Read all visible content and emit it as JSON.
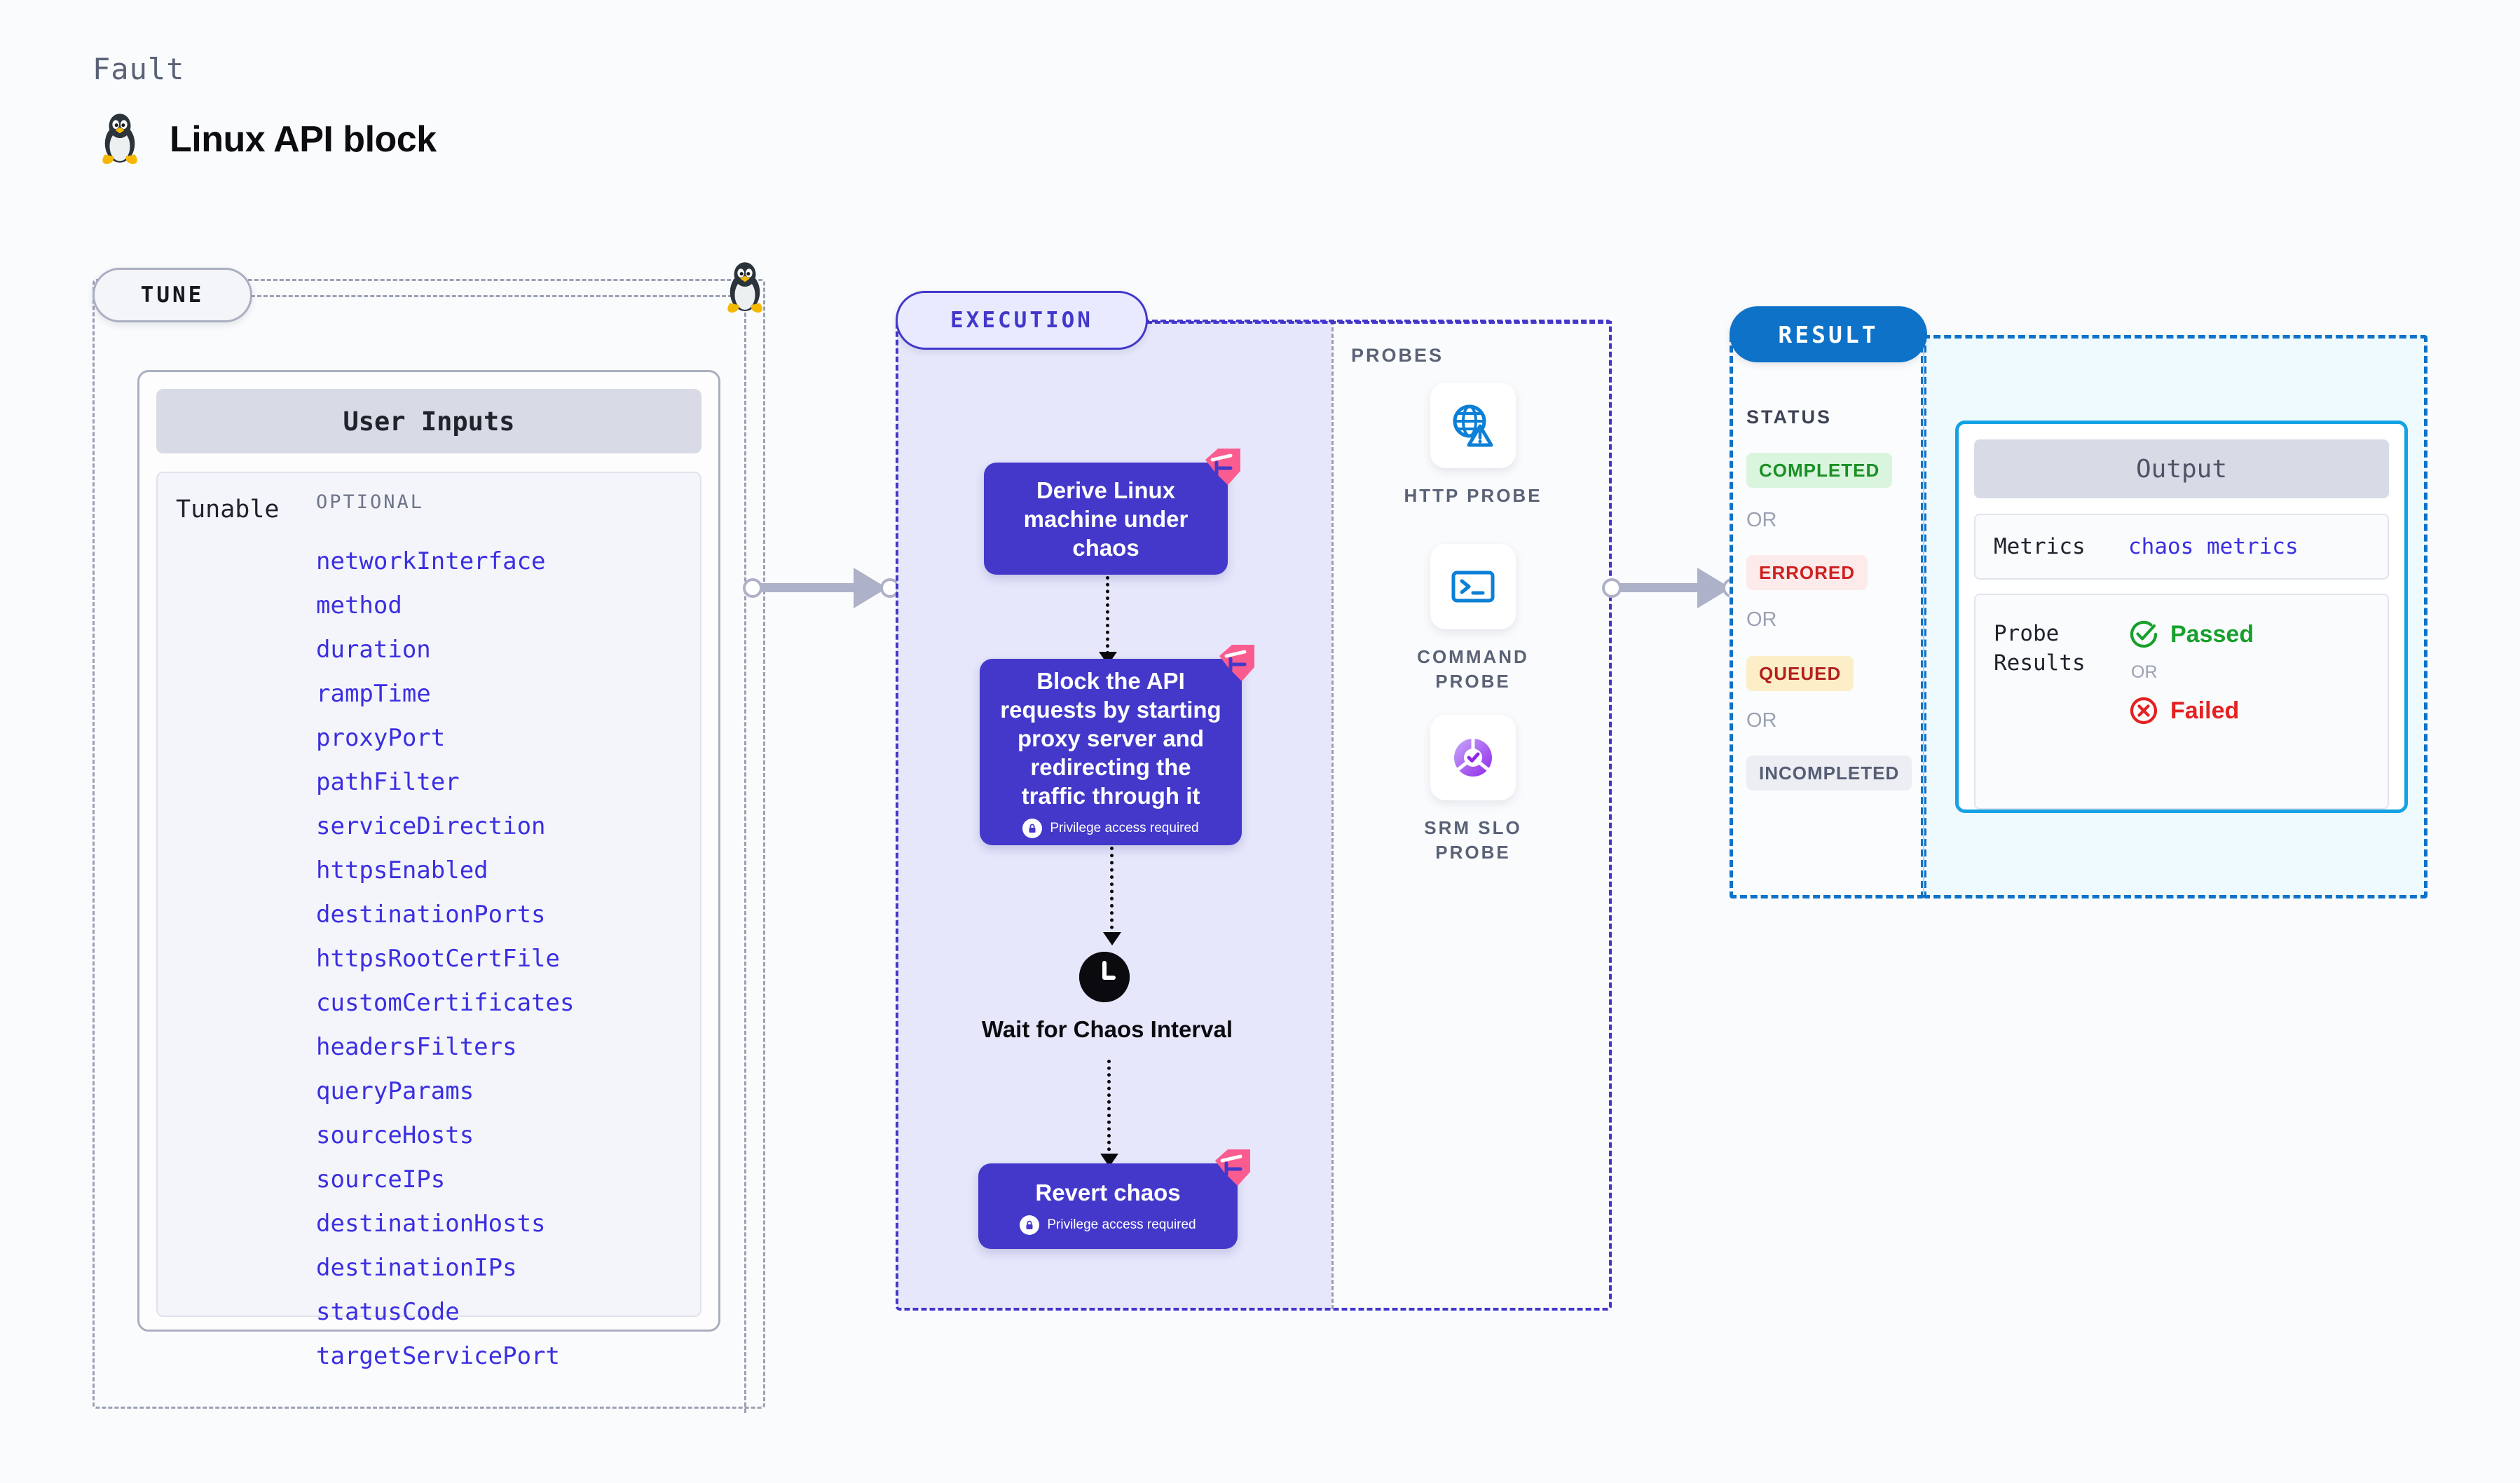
{
  "header": {
    "eyebrow": "Fault",
    "title": "Linux API block",
    "icon": "linux-penguin-icon"
  },
  "tune": {
    "pill_label": "TUNE",
    "marker_icon": "linux-penguin-icon",
    "card": {
      "header": "User Inputs",
      "group_label": "Tunable",
      "section_label": "OPTIONAL",
      "params": [
        "networkInterface",
        "method",
        "duration",
        "rampTime",
        "proxyPort",
        "pathFilter",
        "serviceDirection",
        "httpsEnabled",
        "destinationPorts",
        "httpsRootCertFile",
        "customCertificates",
        "headersFilters",
        "queryParams",
        "sourceHosts",
        "sourceIPs",
        "destinationHosts",
        "destinationIPs",
        "statusCode",
        "targetServicePort"
      ]
    }
  },
  "execution": {
    "pill_label": "EXECUTION",
    "steps": [
      {
        "text": "Derive Linux machine under chaos",
        "privilege": null,
        "flag": true
      },
      {
        "text": "Block the API requests by starting proxy server and redirecting the traffic through it",
        "privilege": "Privilege access required",
        "flag": true
      },
      {
        "text": "Revert chaos",
        "privilege": "Privilege access required",
        "flag": true
      }
    ],
    "wait": {
      "icon": "clock-icon",
      "label": "Wait for Chaos Interval"
    }
  },
  "probes": {
    "title": "PROBES",
    "items": [
      {
        "label": "HTTP PROBE",
        "icon": "globe-warning-icon"
      },
      {
        "label": "COMMAND PROBE",
        "icon": "terminal-icon"
      },
      {
        "label": "SRM SLO PROBE",
        "icon": "slo-check-icon"
      }
    ]
  },
  "result": {
    "pill_label": "RESULT",
    "status_title": "STATUS",
    "or_label": "OR",
    "statuses": [
      {
        "label": "COMPLETED",
        "bg": "#d9f5dd",
        "fg": "#1a8f25"
      },
      {
        "label": "ERRORED",
        "bg": "#fdeaea",
        "fg": "#cf2020"
      },
      {
        "label": "QUEUED",
        "bg": "#fceec6",
        "fg": "#b32020"
      },
      {
        "label": "INCOMPLETED",
        "bg": "#eceef4",
        "fg": "#565d73"
      }
    ],
    "output": {
      "header": "Output",
      "metrics_key": "Metrics",
      "metrics_value": "chaos metrics",
      "probe_key": "Probe Results",
      "passed_label": "Passed",
      "failed_label": "Failed",
      "or_label": "OR"
    }
  },
  "colors": {
    "accent_purple": "#4338ca",
    "accent_blue": "#0e72c8",
    "flag_pink": "#fb5c8f",
    "link_blue": "#3b2fe0",
    "pass_green": "#18a02c",
    "fail_red": "#e52020"
  }
}
